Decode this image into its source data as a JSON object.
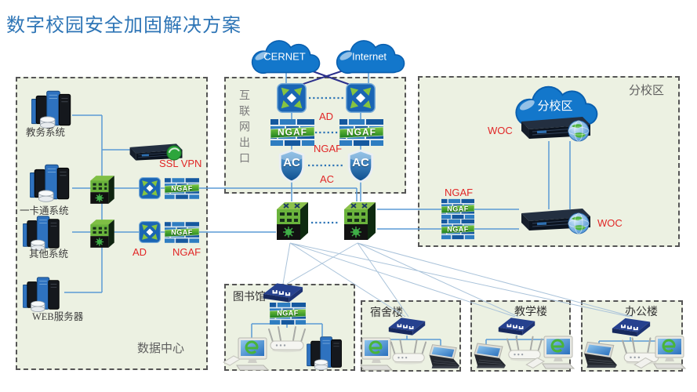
{
  "title": "数字校园安全加固解决方案",
  "clouds": {
    "cernet": "CERNET",
    "internet": "Internet",
    "branch": "分校区"
  },
  "datacenter": {
    "label": "数据中心",
    "server_group_1": "教务系统",
    "server_group_2": "一卡通系统",
    "server_group_3": "其他系统",
    "server_group_4": "WEB服务器",
    "ssl_vpn": "SSL VPN",
    "ad": "AD",
    "ngaf": "NGAF"
  },
  "internet_exit": {
    "label": "互联网出口",
    "ad": "AD",
    "ngaf": "NGAF",
    "ac": "AC"
  },
  "branch": {
    "label": "分校区",
    "ngaf": "NGAF",
    "woc_top": "WOC",
    "woc_bottom": "WOC"
  },
  "buildings": {
    "library": "图书馆",
    "dorm": "宿舍楼",
    "teaching": "教学楼",
    "office": "办公楼"
  },
  "devices": {
    "ngaf_banner": "NGAF",
    "ac_text": "AC"
  },
  "colors": {
    "accent_red": "#e12626",
    "title_blue": "#2e75b6",
    "box_bg": "#ecf1e2",
    "cloud_blue": "#1377cb",
    "line_blue": "#5b9bd5",
    "navy_line": "#2b2f8c"
  }
}
